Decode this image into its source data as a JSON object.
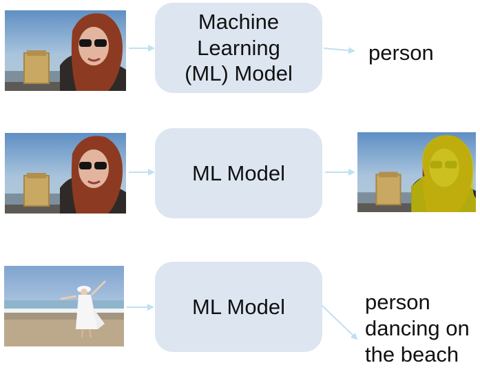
{
  "rows": [
    {
      "input_image": "woman-with-sunglasses-and-picnic-basket-photo",
      "model_lines": [
        "Machine",
        "Learning",
        "(ML) Model"
      ],
      "output_text": "person"
    },
    {
      "input_image": "woman-with-sunglasses-and-picnic-basket-photo",
      "model_lines": [
        "ML Model"
      ],
      "output_image": "segmentation-mask-overlay-photo",
      "mask_color": "#c8c20a"
    },
    {
      "input_image": "woman-in-white-dress-dancing-on-beach-photo",
      "model_lines": [
        "ML Model"
      ],
      "output_lines": [
        "person",
        "dancing on",
        "the beach"
      ]
    }
  ],
  "colors": {
    "box_fill": "#dde6f0",
    "arrow": "#bfe0f2"
  }
}
